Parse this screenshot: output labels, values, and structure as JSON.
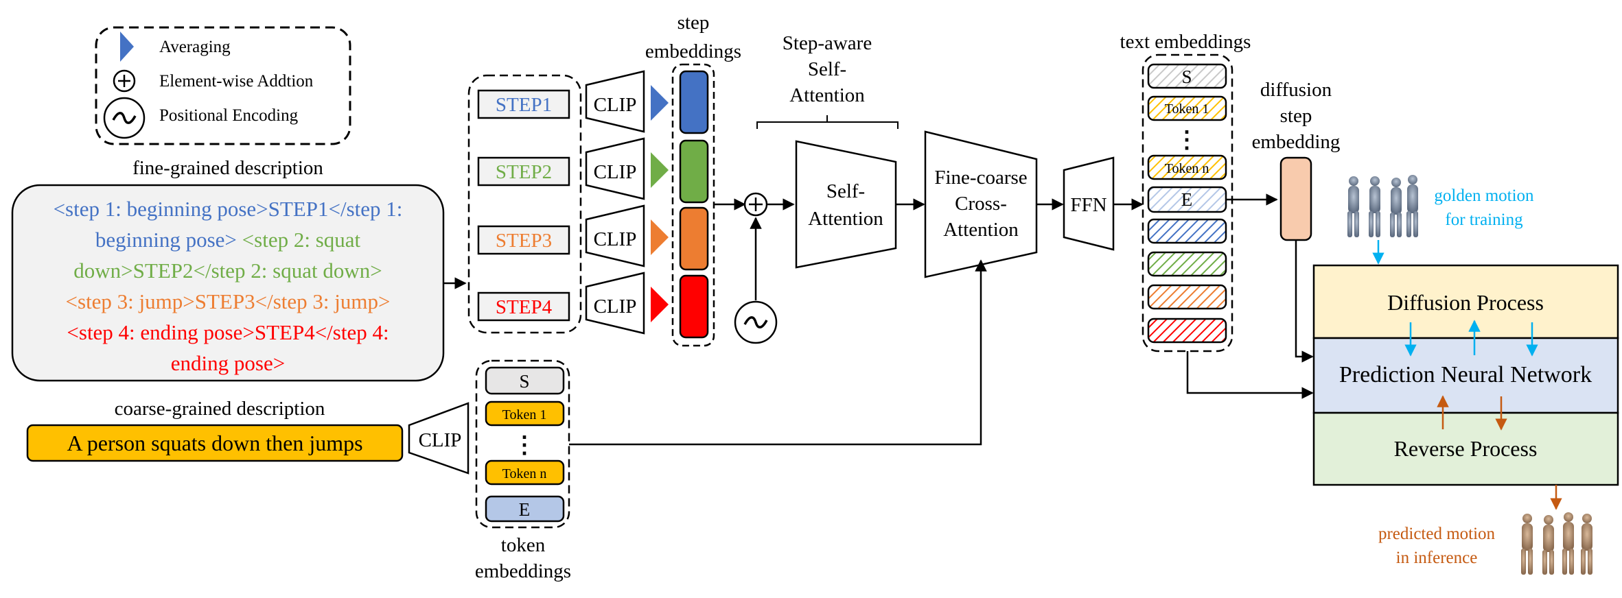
{
  "legend": {
    "averaging": "Averaging",
    "addition": "Element-wise Addtion",
    "positional": "Positional Encoding"
  },
  "fine_grained": {
    "title": "fine-grained description",
    "lines": [
      {
        "text": "<step 1: beginning pose>STEP1</step 1:",
        "color": "#4472c4"
      },
      {
        "text": "beginning pose> <step 2: squat",
        "color": "#4472c4",
        "split": [
          "beginning pose> ",
          "<step 2: squat"
        ],
        "split_colors": [
          "#4472c4",
          "#70ad47"
        ]
      },
      {
        "text": "down>STEP2</step 2: squat down>",
        "color": "#70ad47"
      },
      {
        "text": "<step 3: jump>STEP3</step 3: jump>",
        "color": "#ed7d31"
      },
      {
        "text": "<step 4: ending pose>STEP4</step 4:",
        "color": "#ff0000"
      },
      {
        "text": "ending pose>",
        "color": "#ff0000"
      }
    ]
  },
  "coarse_grained": {
    "title": "coarse-grained description",
    "text": "A person squats down then jumps"
  },
  "steps": [
    {
      "label": "STEP1",
      "color": "#4472c4"
    },
    {
      "label": "STEP2",
      "color": "#70ad47"
    },
    {
      "label": "STEP3",
      "color": "#ed7d31"
    },
    {
      "label": "STEP4",
      "color": "#ff0000"
    }
  ],
  "clip_label": "CLIP",
  "step_embeddings_title": [
    "step",
    "embeddings"
  ],
  "step_aware_title": [
    "Step-aware",
    "Self-",
    "Attention"
  ],
  "self_attention": [
    "Self-",
    "Attention"
  ],
  "fine_coarse": [
    "Fine-coarse",
    "Cross-",
    "Attention"
  ],
  "ffn": "FFN",
  "text_embeddings_title": "text embeddings",
  "text_embeddings": {
    "s": "S",
    "token1": "Token 1",
    "dots": "⋮",
    "tokenn": "Token n",
    "e": "E"
  },
  "token_embeddings": {
    "s": "S",
    "token1": "Token 1",
    "dots": "⋮",
    "tokenn": "Token n",
    "e": "E",
    "title": [
      "token",
      "embeddings"
    ]
  },
  "diffusion_step": [
    "diffusion",
    "step",
    "embedding"
  ],
  "golden_motion": [
    "golden motion",
    "for training"
  ],
  "predicted_motion": [
    "predicted motion",
    "in inference"
  ],
  "process": {
    "diffusion": "Diffusion Process",
    "prediction": "Prediction Neural Network",
    "reverse": "Reverse Process"
  },
  "colors": {
    "blue": "#4472c4",
    "green": "#70ad47",
    "orange": "#ed7d31",
    "red": "#ff0000",
    "gold": "#ffc000",
    "cyan": "#00b0f0",
    "brown": "#c55a11"
  }
}
